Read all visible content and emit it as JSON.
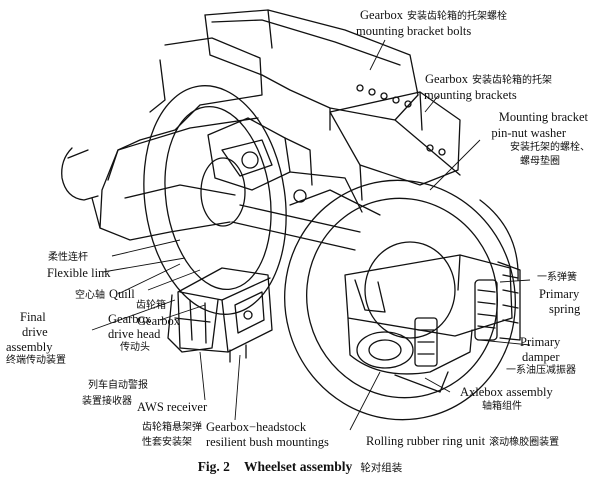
{
  "labels": {
    "bolts_en": "Gearbox",
    "bolts_zh": "安装齿轮箱的托架螺栓",
    "bolts_en2": "mounting bracket bolts",
    "brackets_en": "Gearbox",
    "brackets_zh": "安装齿轮箱的托架",
    "brackets_en2": "mounting brackets",
    "washer_en1": "Mounting bracket",
    "washer_en2": "pin-nut washer",
    "washer_zh1": "安装托架的螺栓、",
    "washer_zh2": "螺母垫圈",
    "flex_zh": "柔性连杆",
    "flex_en": "Flexible link",
    "quill_zh": "空心轴",
    "quill_en": "Quill",
    "gearbox_zh": "齿轮箱",
    "gearbox_en": "Gearbox",
    "final_en1": "Final",
    "final_en2": "drive",
    "final_en3": "assembly",
    "final_zh": "终端传动装置",
    "drivehead_en1": "Gearbox",
    "drivehead_en2": "drive head",
    "drivehead_zh": "传动头",
    "spring_zh": "一系弹簧",
    "spring_en1": "Primary",
    "spring_en2": "spring",
    "damper_en1": "Primary",
    "damper_en2": "damper",
    "damper_zh": "一系油压减振器",
    "axlebox_en": "Axlebox assembly",
    "axlebox_zh": "轴箱组件",
    "aws_zh1": "列车自动警报",
    "aws_zh2": "装置接收器",
    "aws_en": "AWS receiver",
    "bush_zh1": "齿轮箱悬架弹",
    "bush_zh2": "性套安装架",
    "bush_en1": "Gearbox−headstock",
    "bush_en2": "resilient bush mountings",
    "rubber_en": "Rolling rubber ring unit",
    "rubber_zh": "滚动橡胶圈装置"
  },
  "caption": {
    "fig": "Fig. 2",
    "title": "Wheelset assembly",
    "title_zh": "轮对组装"
  }
}
